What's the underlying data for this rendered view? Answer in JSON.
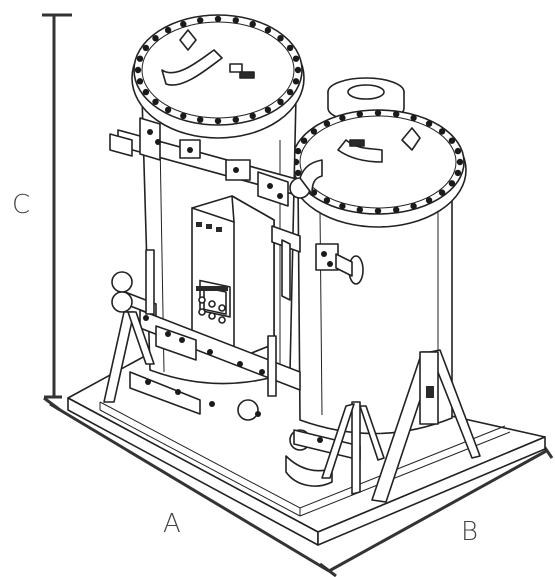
{
  "dimensions": {
    "a_label": "A",
    "b_label": "B",
    "c_label": "C"
  },
  "colors": {
    "line": "#222222",
    "dimension_line": "#333333",
    "label": "#444444",
    "background": "#ffffff"
  }
}
